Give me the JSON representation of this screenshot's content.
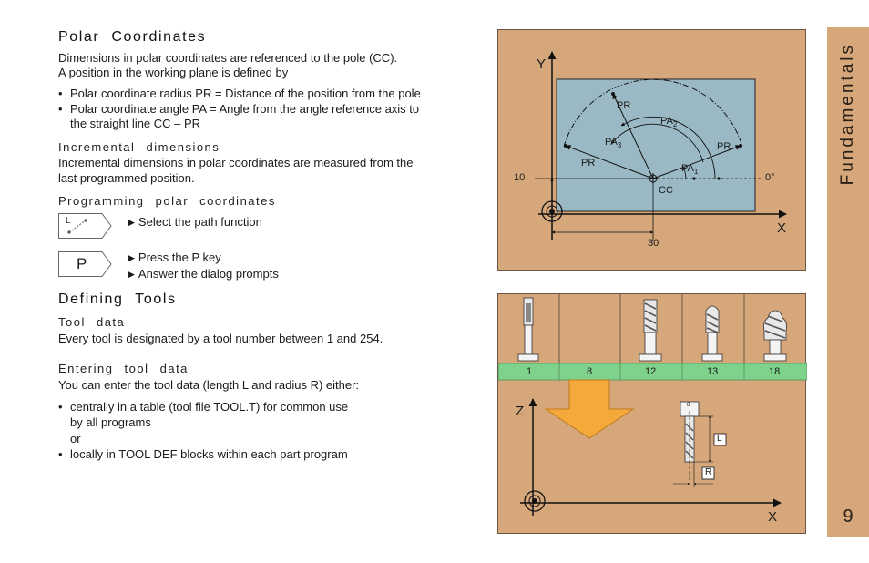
{
  "polar": {
    "heading": "Polar Coordinates",
    "intro_1": "Dimensions in polar coordinates are referenced to the pole (CC).",
    "intro_2": "A position in the working plane is defined by",
    "bullet_1": "Polar coordinate radius PR = Distance of the position from the pole",
    "bullet_2a": "Polar coordinate angle PA = Angle from the angle reference axis to",
    "bullet_2b": "the straight line CC – PR"
  },
  "incremental": {
    "heading": "Incremental dimensions",
    "line_1": "Incremental dimensions in polar coordinates are measured from the",
    "line_2": "last programmed position."
  },
  "programming": {
    "heading": "Programming polar coordinates",
    "softkey_line_label": "L",
    "softkey_p_label": "P",
    "step_1": "Select the path function",
    "step_2": "Press the P key",
    "step_3": "Answer the dialog prompts"
  },
  "tools": {
    "heading": "Defining Tools",
    "subheading": "Tool data",
    "line_1": "Every tool is designated by a tool number between 1 and 254."
  },
  "entering": {
    "heading": "Entering tool data",
    "intro": "You can enter the tool data (length L and radius R) either:",
    "bullet_1a": "centrally in a table (tool file TOOL.T) for common use",
    "bullet_1b": "by all programs",
    "or": "or",
    "bullet_2": "locally in TOOL DEF blocks within each part program"
  },
  "sidebar": {
    "title": "Fundamentals",
    "page_number": "9"
  },
  "diagram_polar": {
    "y_axis": "Y",
    "x_axis": "X",
    "y_value": "10",
    "x_value": "30",
    "zero_deg": "0°",
    "pole": "CC",
    "pr_top": "PR",
    "pr_right": "PR",
    "pr_left": "PR",
    "pa1": "PA",
    "pa1_sub": "1",
    "pa2": "PA",
    "pa2_sub": "2",
    "pa3": "PA",
    "pa3_sub": "3"
  },
  "diagram_tools": {
    "tool_numbers": [
      "1",
      "8",
      "12",
      "13",
      "18"
    ],
    "z_axis": "Z",
    "x_axis": "X",
    "length_label": "L",
    "radius_label": "R",
    "tool_tag": "8"
  },
  "colors": {
    "panel": "#d5a77b",
    "workpiece": "#9ab9c4",
    "tool_bar": "#7fd28b",
    "arrow": "#f4a93a"
  }
}
